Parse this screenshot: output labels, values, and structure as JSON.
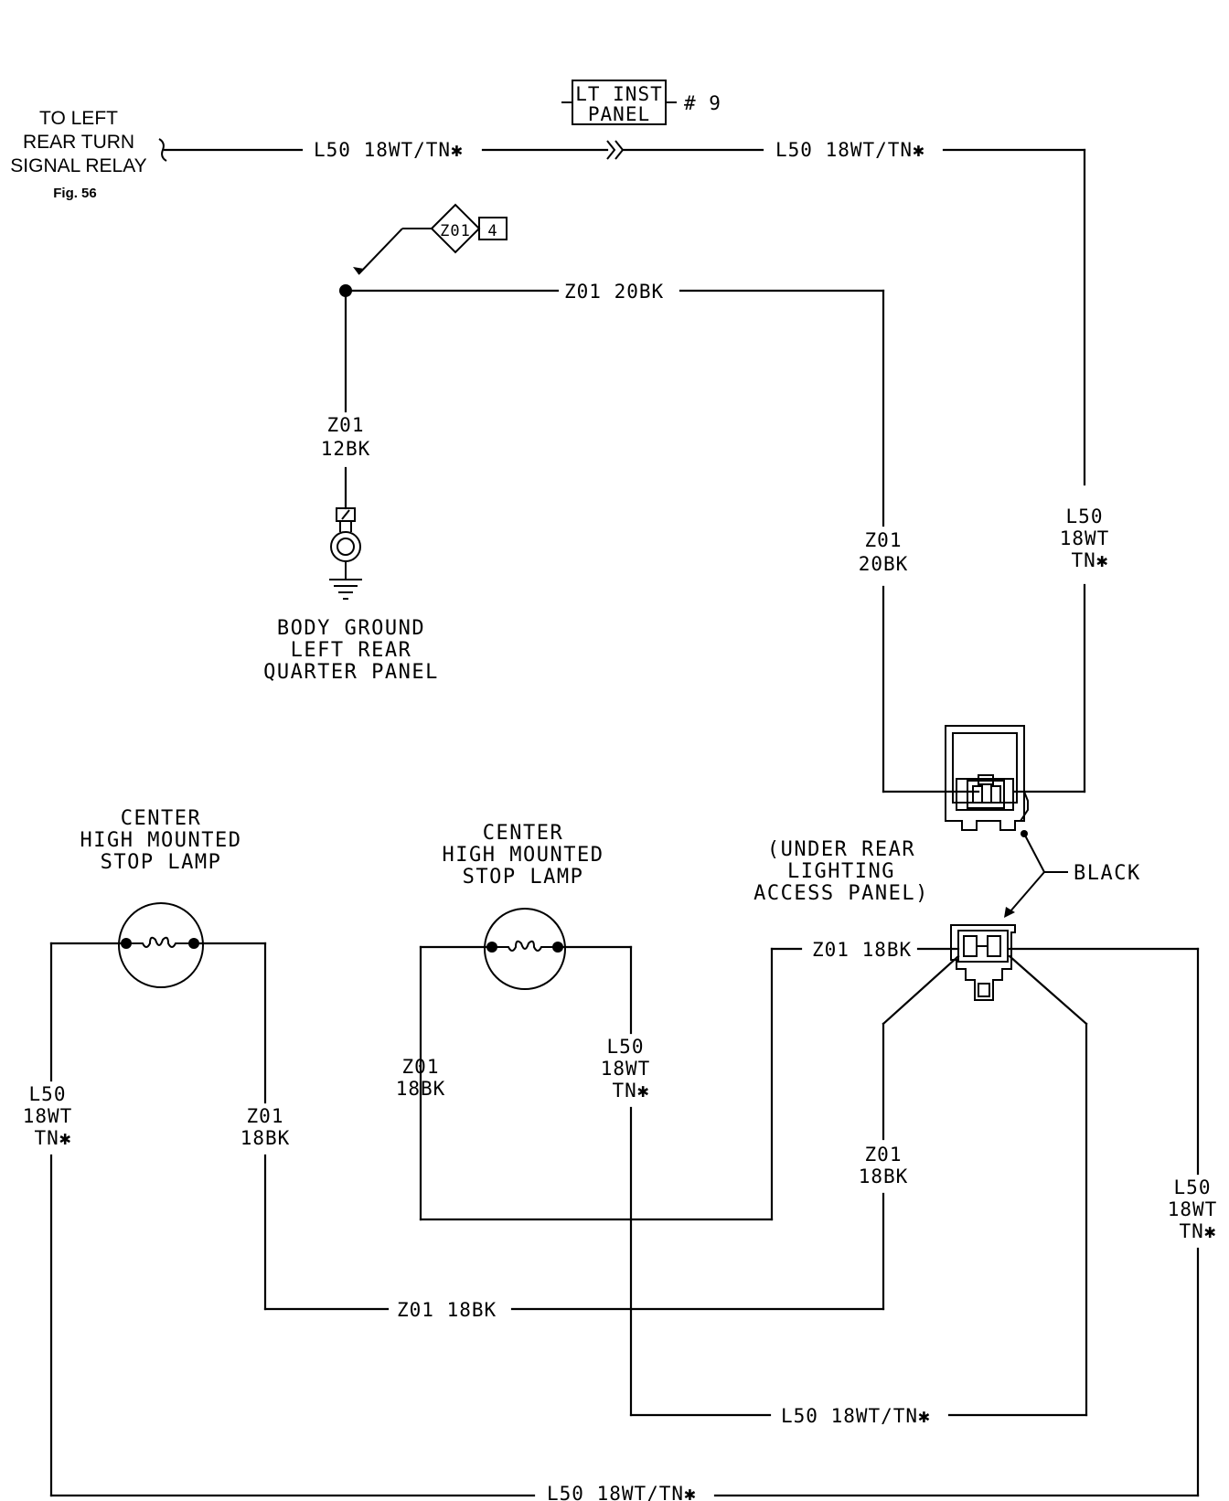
{
  "relay_ref": {
    "lines": [
      "TO LEFT",
      "REAR TURN",
      "SIGNAL RELAY"
    ],
    "fig": "Fig. 56"
  },
  "inst_panel": {
    "lines": [
      "LT INST",
      "PANEL"
    ],
    "pin": "# 9"
  },
  "ground_splice": {
    "id": "Z01",
    "num": "4"
  },
  "wires": {
    "l50_top_left": "L50 18WT/TN✱",
    "l50_top_right": "L50 18WT/TN✱",
    "z01_20bk_top": "Z01  20BK",
    "z01_12bk": [
      "Z01",
      "12BK"
    ],
    "z01_20bk_vert": [
      "Z01",
      "20BK"
    ],
    "l50_right_vert": [
      "L50",
      "18WT",
      "TN✱"
    ],
    "z01_18bk_conn": "Z01 18BK",
    "lamp1_left": [
      "L50",
      "18WT",
      "TN✱"
    ],
    "lamp1_right": [
      "Z01",
      "18BK"
    ],
    "lamp2_left": [
      "Z01",
      "18BK"
    ],
    "lamp2_right": [
      "L50",
      "18WT",
      "TN✱"
    ],
    "z01_18bk_vert2": [
      "Z01",
      "18BK"
    ],
    "l50_far_right": [
      "L50",
      "18WT",
      "TN✱"
    ],
    "z01_18bk_bottom": "Z01 18BK",
    "l50_bottom_mid": "L50 18WT/TN✱",
    "l50_bottom": "L50 18WT/TN✱"
  },
  "body_ground": {
    "lines": [
      "BODY GROUND",
      "LEFT REAR",
      "QUARTER PANEL"
    ]
  },
  "lamp1": {
    "lines": [
      "CENTER",
      "HIGH MOUNTED",
      "STOP LAMP"
    ]
  },
  "lamp2": {
    "lines": [
      "CENTER",
      "HIGH MOUNTED",
      "STOP LAMP"
    ]
  },
  "access_panel": {
    "lines": [
      "(UNDER REAR",
      "LIGHTING",
      "ACCESS PANEL)"
    ]
  },
  "connector_color": "BLACK"
}
